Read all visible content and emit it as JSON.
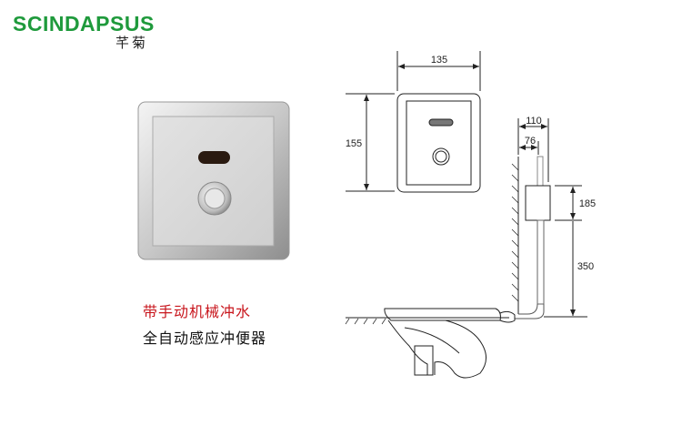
{
  "brand": {
    "name": "SCINDAPSUS",
    "name_cn": "芊菊",
    "color": "#1f9a3c"
  },
  "captions": {
    "feature": "带手动机械冲水",
    "product": "全自动感应冲便器",
    "feature_color": "#c8161d"
  },
  "dimensions": {
    "width": "135",
    "height": "155",
    "depth_outer": "110",
    "depth_inner": "76",
    "box_height": "185",
    "install_height": "350"
  }
}
